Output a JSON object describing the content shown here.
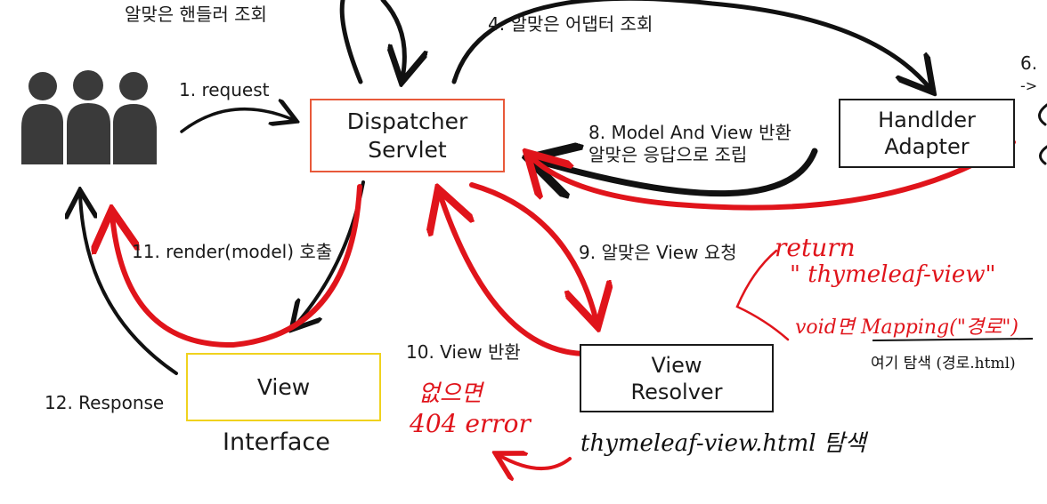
{
  "nodes": {
    "dispatcher": [
      "Dispatcher",
      "Servlet"
    ],
    "adapter": [
      "Handlder",
      "Adapter"
    ],
    "resolver": [
      "View",
      "Resolver"
    ],
    "view": "View",
    "view_caption": "Interface"
  },
  "labels": {
    "handler_lookup": "알맞은 핸들러 조회",
    "step1": "1. request",
    "step4": "4. 알맞은 어댑터 조회",
    "step6_partial": "6.",
    "step6_arrow": "->",
    "step8_line1": "8. Model And View 반환",
    "step8_line2": "알맞은 응답으로 조립",
    "step9": "9. 알맞은 View 요청",
    "step10": "10. View 반환",
    "step11": "11. render(model) 호출",
    "step12": "12. Response"
  },
  "annotations": {
    "return_word": "return",
    "return_value": "\" thymeleaf-view\"",
    "void_line": "void면 Mapping(\"경로\")",
    "search_note": "여기 탐색 (경로.html)",
    "missing_line1": "없으면",
    "missing_line2": "404 error",
    "template_search": "thymeleaf-view.html 탐색"
  },
  "colors": {
    "ink": "#1a1a1a",
    "annotation_red": "#e0141b",
    "dispatcher_border": "#e8593a",
    "view_border": "#f0d21e",
    "users_icon": "#3a3a3a"
  }
}
